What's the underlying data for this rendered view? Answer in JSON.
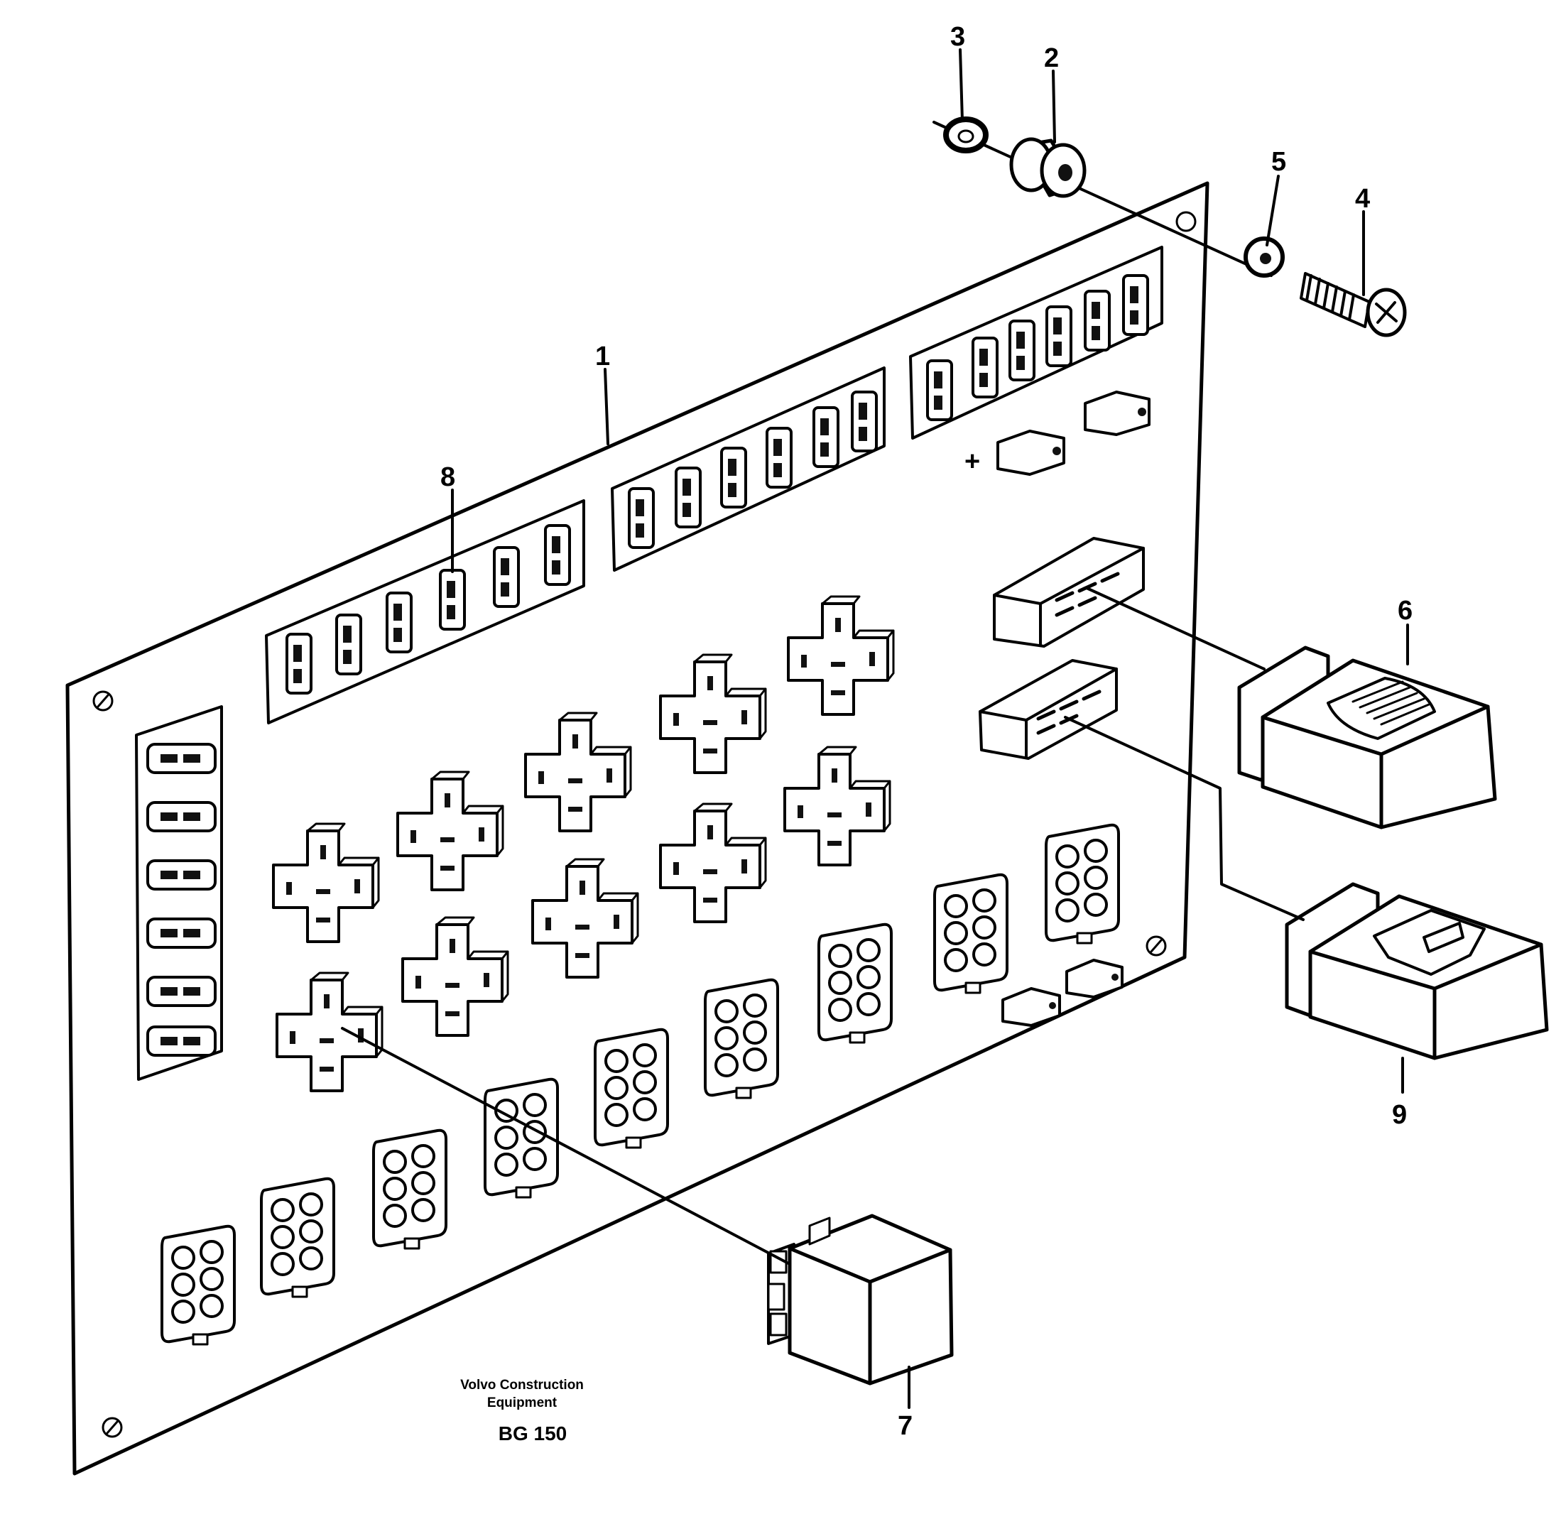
{
  "callouts": {
    "c1": "1",
    "c2": "2",
    "c3": "3",
    "c4": "4",
    "c5": "5",
    "c6": "6",
    "c7": "7",
    "c8": "8",
    "c9": "9"
  },
  "markings": {
    "plus": "+"
  },
  "caption": {
    "line1": "Volvo Construction",
    "line2": "Equipment",
    "code": "BG 150"
  }
}
